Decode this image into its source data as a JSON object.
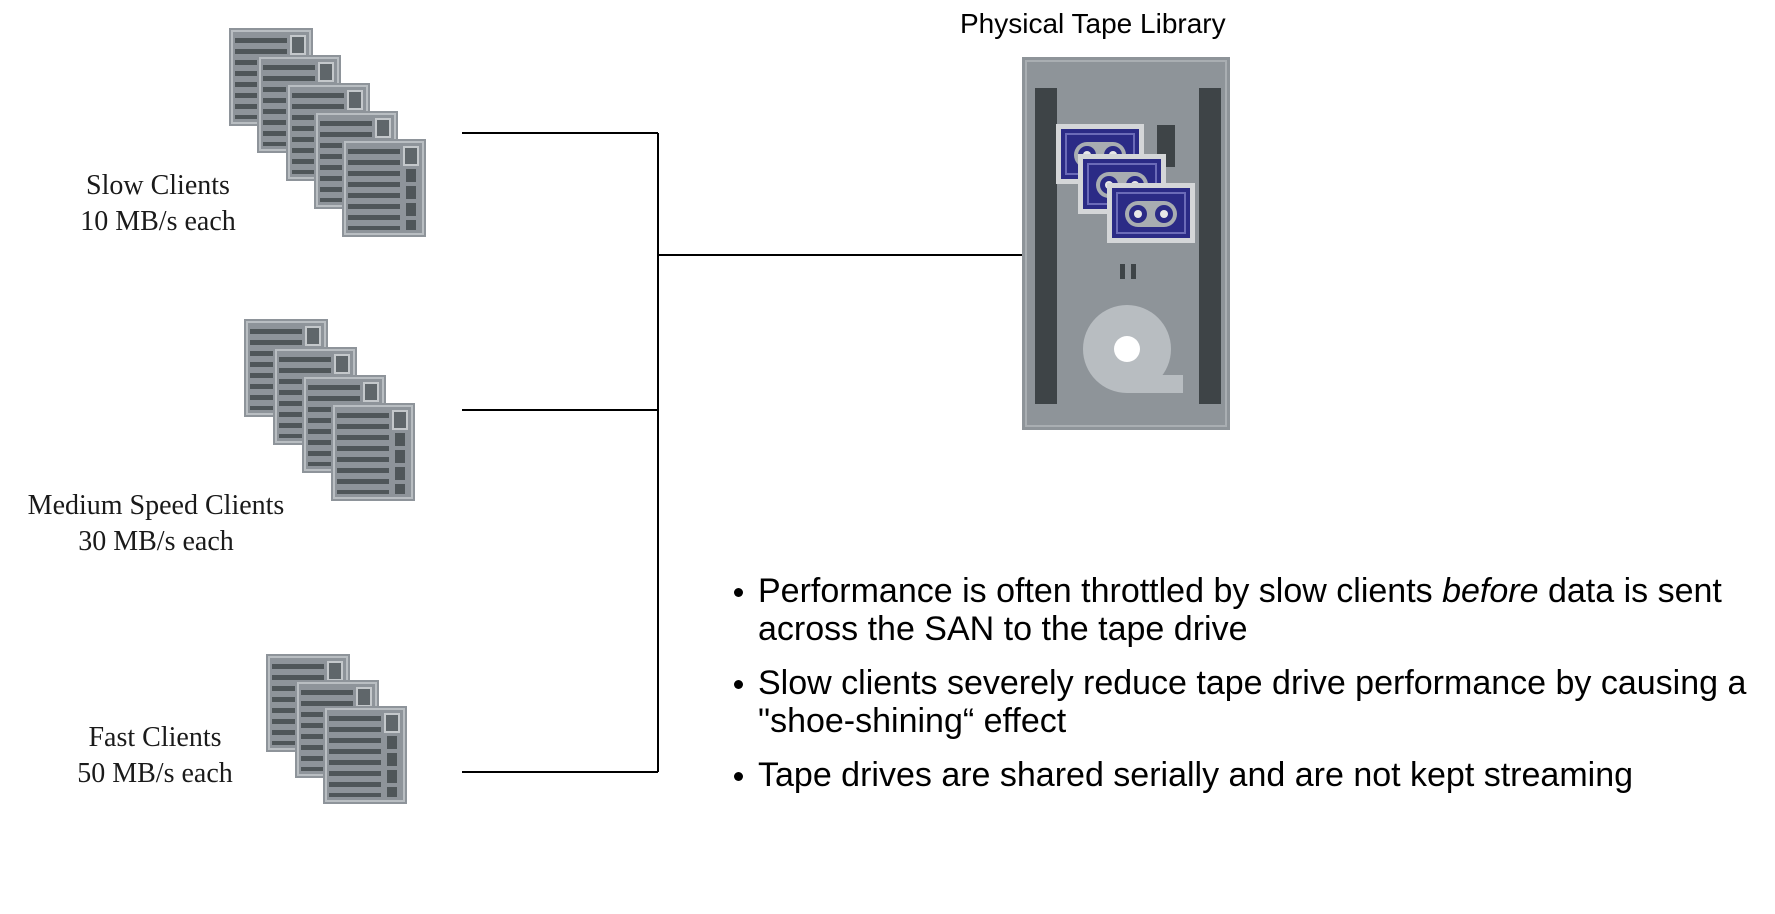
{
  "library": {
    "title": "Physical Tape Library",
    "icon": "tape-library-icon"
  },
  "client_groups": [
    {
      "name": "Slow Clients",
      "rate": "10 MB/s each",
      "server_count": 5,
      "icon": "server-icon"
    },
    {
      "name": "Medium Speed Clients",
      "rate": "30 MB/s each",
      "server_count": 4,
      "icon": "server-icon"
    },
    {
      "name": "Fast Clients",
      "rate": "50 MB/s each",
      "server_count": 3,
      "icon": "server-icon"
    }
  ],
  "bullets": [
    {
      "lead": "Performance is often throttled by slow clients ",
      "emphasis": "before",
      "tail": " data is sent across the SAN to the tape drive"
    },
    {
      "text": "Slow clients severely reduce tape drive performance by causing a \"shoe-shining“ effect"
    },
    {
      "text": "Tape drives are shared serially and are not kept streaming"
    }
  ],
  "colors": {
    "server_body": "#8e949a",
    "server_dark": "#4f5659",
    "library_body": "#8e9499",
    "cartridge_blue": "#2b2b86",
    "connector": "#000000"
  }
}
